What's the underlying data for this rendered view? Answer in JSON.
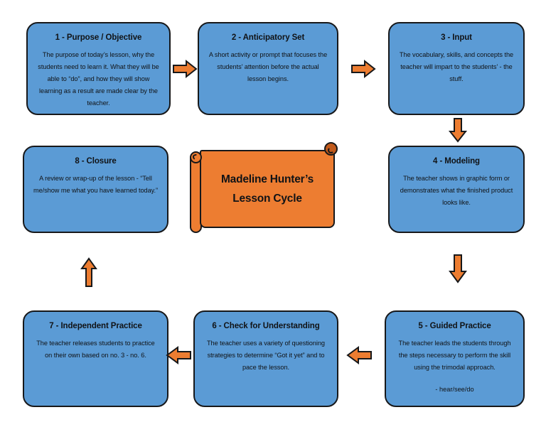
{
  "diagram": {
    "title": "Madeline Hunter's Lesson Cycle",
    "center_line_1": "Madeline Hunter’s",
    "center_line_2": "Lesson Cycle",
    "colors": {
      "node_fill": "#5B9BD5",
      "node_stroke": "#17181a",
      "banner_fill": "#ED7D31",
      "banner_roll": "#C15A1B",
      "arrow_fill": "#ED7D31",
      "arrow_stroke": "#17181a",
      "background": "#FFFFFF"
    },
    "nodes": [
      {
        "id": 1,
        "title": "1 - Purpose / Objective",
        "body": "The purpose of today’s lesson, why the students need to learn it.  What they will be able to “do”, and how they will show learning as a result are made clear by the teacher."
      },
      {
        "id": 2,
        "title": "2 - Anticipatory Set",
        "body": "A short activity or prompt that focuses the students’ attention before the actual lesson begins."
      },
      {
        "id": 3,
        "title": "3 - Input",
        "body": "The vocabulary, skills, and concepts the teacher will impart to the students’ - the stuff."
      },
      {
        "id": 4,
        "title": "4 - Modeling",
        "body": "The teacher shows in graphic form or demonstrates what the finished product looks like."
      },
      {
        "id": 5,
        "title": "5 - Guided Practice",
        "body": "The teacher leads the students through the steps necessary to perform the skill using the trimodal approach.",
        "body_extra": "- hear/see/do"
      },
      {
        "id": 6,
        "title": "6 - Check for Understanding",
        "body": "The teacher uses a variety of questioning strategies to determine “Got it yet” and to pace the lesson."
      },
      {
        "id": 7,
        "title": "7 - Independent Practice",
        "body": "The teacher releases students to practice on their own based on no. 3 - no. 6."
      },
      {
        "id": 8,
        "title": "8 - Closure",
        "body": "A review or wrap-up of the lesson - “Tell me/show me what you have learned today.”"
      }
    ],
    "arrows": [
      {
        "from": 1,
        "to": 2,
        "direction": "right"
      },
      {
        "from": 2,
        "to": 3,
        "direction": "right"
      },
      {
        "from": 3,
        "to": 4,
        "direction": "down"
      },
      {
        "from": 4,
        "to": 5,
        "direction": "down"
      },
      {
        "from": 5,
        "to": 6,
        "direction": "left"
      },
      {
        "from": 6,
        "to": 7,
        "direction": "left"
      },
      {
        "from": 7,
        "to": 8,
        "direction": "up"
      }
    ]
  }
}
